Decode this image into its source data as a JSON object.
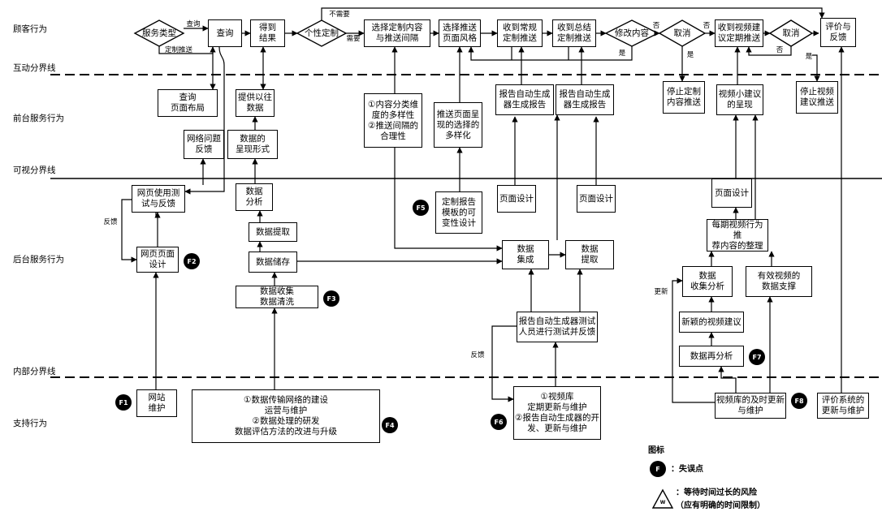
{
  "lanes": {
    "customer": "顾客行为",
    "interaction_line": "互动分界线",
    "front": "前台服务行为",
    "visibility_line": "可视分界线",
    "back": "后台服务行为",
    "internal_line": "内部分界线",
    "support": "支持行为"
  },
  "customer_row": {
    "service_type": "服务类型",
    "query_label": "查询",
    "custom_push_label": "定制推送",
    "query": "查询",
    "get_result": "得到\n结果",
    "personal_custom": "个性定制",
    "not_needed": "不需要",
    "needed": "需要",
    "choose_content": "选择定制内容\n与推送间隔",
    "choose_style": "选择推送\n页面风格",
    "receive_regular": "收到常规\n定制推送",
    "receive_summary": "收到总结\n定制推送",
    "modify": "修改内容",
    "no1": "否",
    "yes1": "是",
    "cancel1": "取消",
    "no2": "否",
    "yes2": "是",
    "receive_video": "收到视频建\n议定期推送",
    "cancel2": "取消",
    "no3": "否",
    "yes3": "是",
    "evaluate": "评价与\n反馈"
  },
  "front_row": {
    "query_layout": "查询\n页面布局",
    "network_issue": "网络问题\n反馈",
    "provide_history": "提供以往\n数据",
    "data_presentation": "数据的\n呈现形式",
    "content_variety": "①内容分类维\n度的多样性\n②推送间隔的\n合理性",
    "page_variety": "推送页面呈\n现的选择的\n多样化",
    "auto_report1": "报告自动生成\n器生成报告",
    "auto_report2": "报告自动生成\n器生成报告",
    "stop_custom": "停止定制\n内容推送",
    "video_suggest": "视频小建议\n的呈现",
    "stop_video": "停止视频\n建议推送"
  },
  "back_row": {
    "web_test": "网页使用测\n试与反馈",
    "feedback": "反馈",
    "web_design": "网页页面\n设计",
    "data_analysis": "数据\n分析",
    "data_extract": "数据提取",
    "data_store": "数据储存",
    "data_collect": "数据收集\n数据清洗",
    "report_template": "定制报告\n模板的可\n变性设计",
    "page_design1": "页面设计",
    "page_design2": "页面设计",
    "data_integrate": "数据\n集成",
    "data_extract2": "数据\n提取",
    "tester": "报告自动生成器测试\n人员进行测试并反馈",
    "feedback2": "反馈",
    "page_design3": "页面设计",
    "video_org": "每期视频行为推\n荐内容的整理",
    "collect_analysis": "数据\n收集分析",
    "effective_support": "有效视频的\n数据支撑",
    "update": "更新",
    "new_video": "新颖的视频建议",
    "reanalysis": "数据再分析"
  },
  "support_row": {
    "website": "网站\n维护",
    "network": "①数据传输网络的建设\n运营与维护\n②数据处理的研发\n数据评估方法的改进与升级",
    "video_lib": "①视频库\n定期更新与维护\n②报告自动生成器的开\n发、更新与维护",
    "video_lib2": "视频库的及时更新\n与维护",
    "eval_system": "评价系统的\n更新与维护"
  },
  "fail_points": [
    "F1",
    "F2",
    "F3",
    "F4",
    "F5",
    "F6",
    "F7",
    "F8"
  ],
  "legend": {
    "title": "图标",
    "f_symbol": "F",
    "fail_label": "：失误点",
    "wait_symbol": "W",
    "wait_label": "：等待时间过长的风险",
    "wait_note": "（应有明确的时间限制）"
  }
}
